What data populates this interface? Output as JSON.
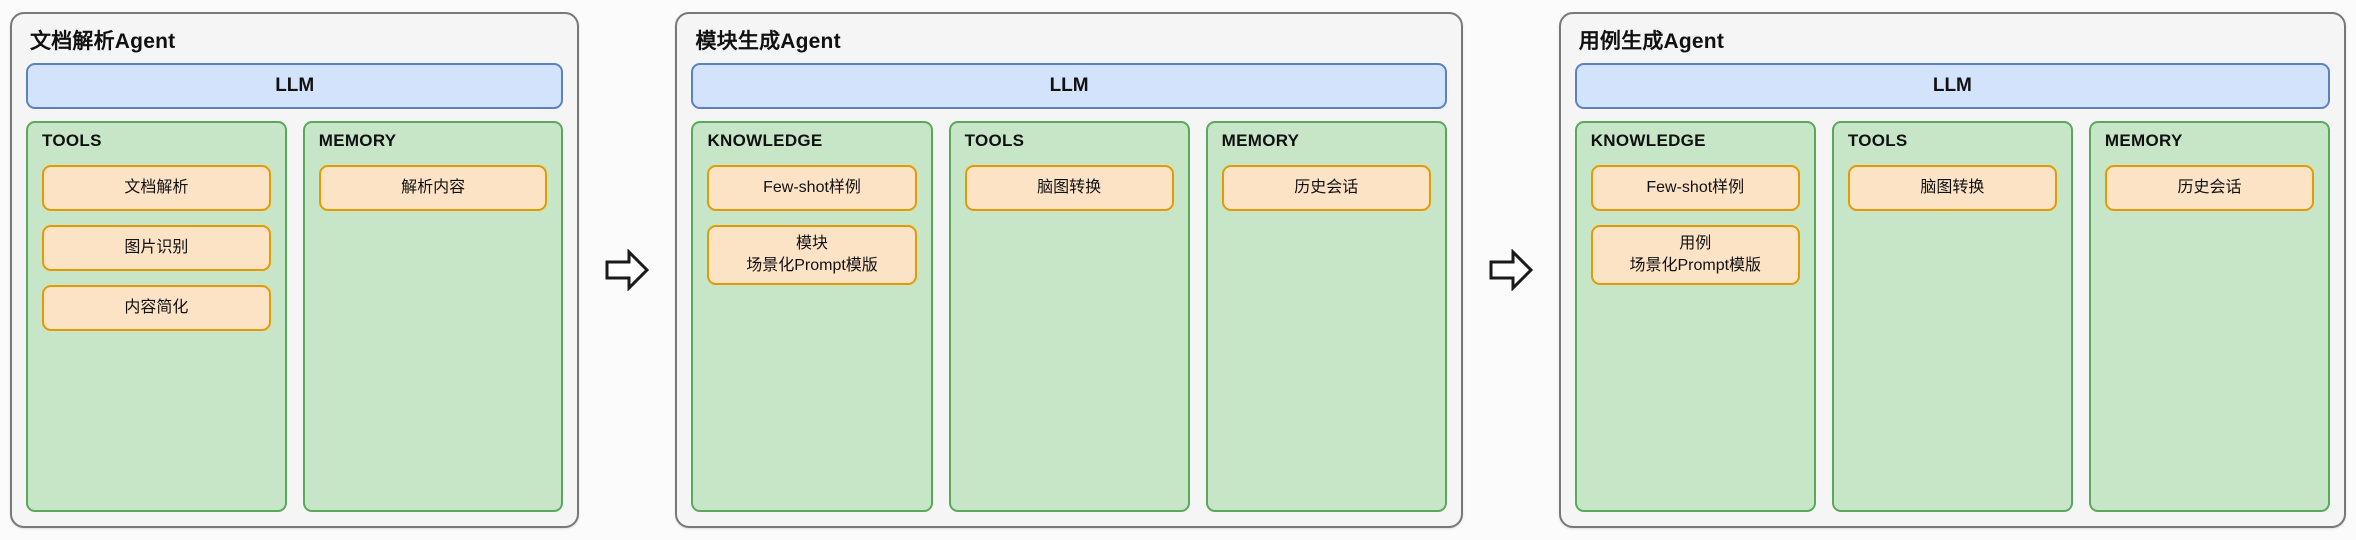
{
  "diagram": {
    "arrow_icon": "arrow-right-outline",
    "colors": {
      "page_background": "#fbfbfb",
      "panel_background": "#f5f5f5",
      "panel_border": "#787878",
      "llm_fill": "#d3e3fb",
      "llm_border": "#5a82c0",
      "section_fill": "#c7e6c7",
      "section_border": "#5aa95a",
      "item_fill": "#fde3c6",
      "item_border": "#e49b00",
      "text": "#111111"
    }
  },
  "agents": [
    {
      "title": "文档解析Agent",
      "llm_label": "LLM",
      "sections": [
        {
          "title": "TOOLS",
          "items": [
            "文档解析",
            "图片识别",
            "内容简化"
          ]
        },
        {
          "title": "MEMORY",
          "items": [
            "解析内容"
          ]
        }
      ]
    },
    {
      "title": "模块生成Agent",
      "llm_label": "LLM",
      "sections": [
        {
          "title": "KNOWLEDGE",
          "items": [
            "Few-shot样例",
            "模块\n场景化Prompt模版"
          ]
        },
        {
          "title": "TOOLS",
          "items": [
            "脑图转换"
          ]
        },
        {
          "title": "MEMORY",
          "items": [
            "历史会话"
          ]
        }
      ]
    },
    {
      "title": "用例生成Agent",
      "llm_label": "LLM",
      "sections": [
        {
          "title": "KNOWLEDGE",
          "items": [
            "Few-shot样例",
            "用例\n场景化Prompt模版"
          ]
        },
        {
          "title": "TOOLS",
          "items": [
            "脑图转换"
          ]
        },
        {
          "title": "MEMORY",
          "items": [
            "历史会话"
          ]
        }
      ]
    }
  ]
}
